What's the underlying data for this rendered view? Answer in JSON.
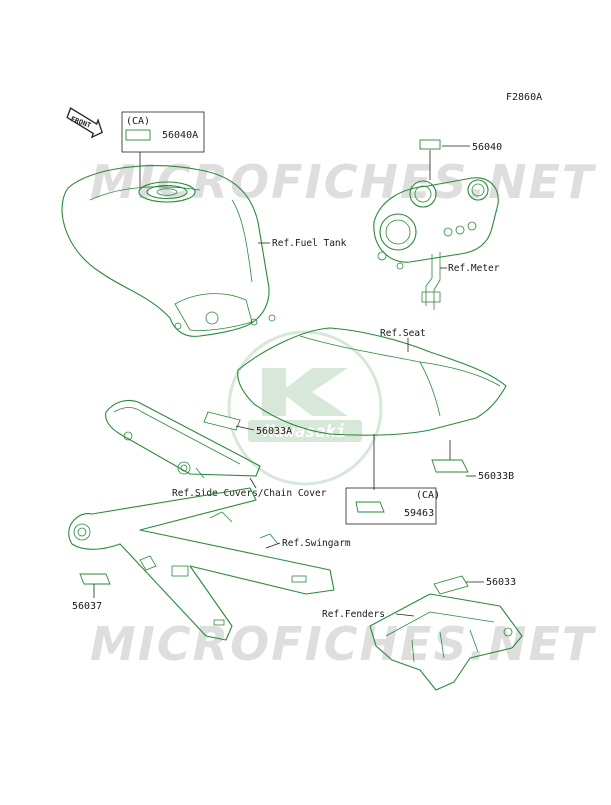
{
  "figure_id": "F2860A",
  "front_label": "FRONT",
  "watermark": {
    "text": "MICROFICHES.NET",
    "logo_text": "Kawasaki"
  },
  "labels": {
    "ref_fuel_tank": "Ref.Fuel Tank",
    "ref_meter": "Ref.Meter",
    "ref_seat": "Ref.Seat",
    "ref_side_covers": "Ref.Side Covers/Chain Cover",
    "ref_swingarm": "Ref.Swingarm",
    "ref_fenders": "Ref.Fenders"
  },
  "parts": {
    "p56040A": "56040A",
    "p56040": "56040",
    "p56033A": "56033A",
    "p56033B": "56033B",
    "p59463": "59463",
    "p56037": "56037",
    "p56033": "56033"
  },
  "ca_box_1": "(CA)",
  "ca_box_2": "(CA)",
  "colors": {
    "line_art": "#2a8a3a",
    "text": "#1a1a1a",
    "watermark": "#c8c8c8"
  }
}
